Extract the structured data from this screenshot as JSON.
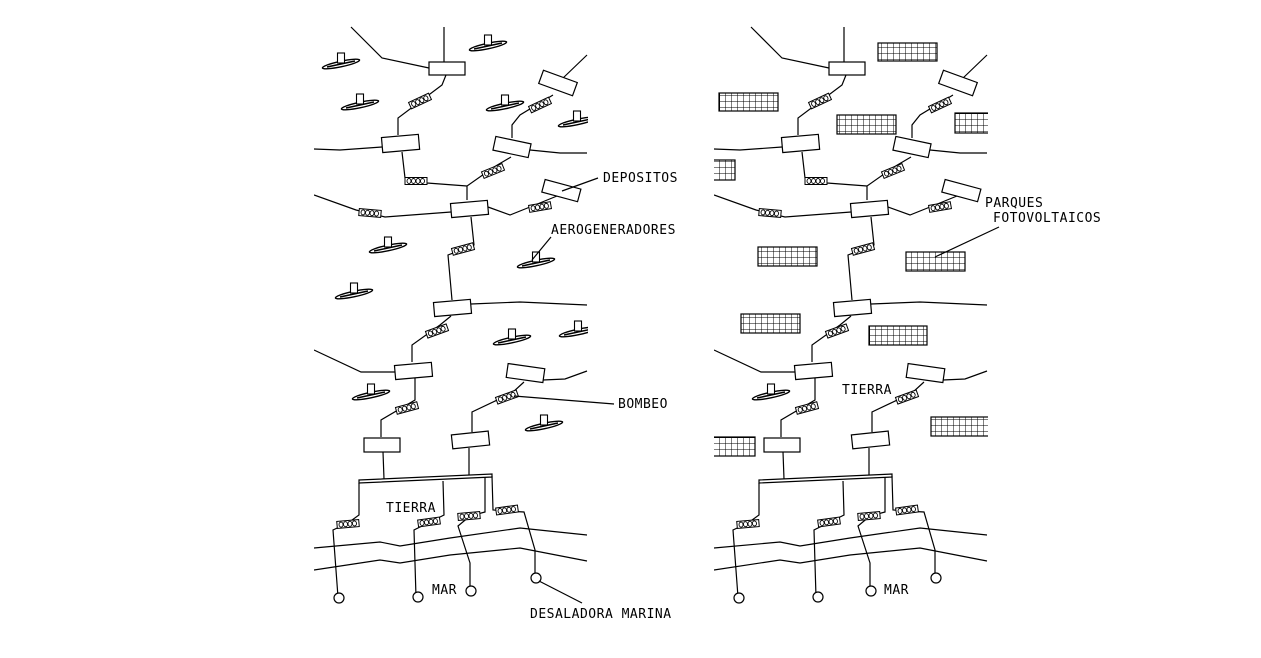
{
  "left_panel": {
    "labels": {
      "depositos": "DEPOSITOS",
      "aerogeneradores": "AEROGENERADORES",
      "bombeo": "BOMBEO",
      "tierra": "TIERRA",
      "mar": "MAR",
      "desaladora": "DESALADORA MARINA"
    }
  },
  "right_panel": {
    "labels": {
      "parques_line1": "PARQUES",
      "parques_line2": "FOTOVOLTAICOS",
      "tierra": "TIERRA",
      "mar": "MAR"
    }
  },
  "colors": {
    "background": "#ffffff",
    "line": "#000000"
  }
}
